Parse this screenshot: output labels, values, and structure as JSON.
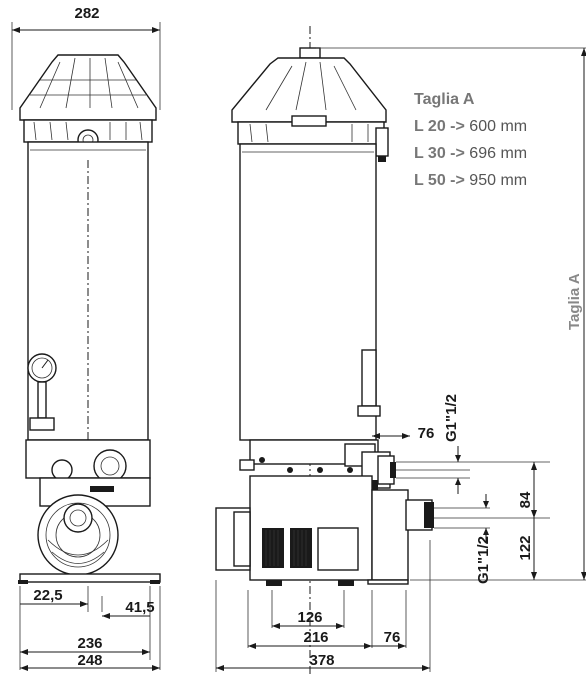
{
  "spec": {
    "title": "Taglia A",
    "rows": [
      {
        "label": "L 20 ->",
        "value": "600 mm"
      },
      {
        "label": "L 30 ->",
        "value": "696 mm"
      },
      {
        "label": "L 50 ->",
        "value": "950 mm"
      }
    ]
  },
  "side_label": "Taglia A",
  "dimensions": {
    "top_width": "282",
    "offset_left": "22,5",
    "offset_right": "41,5",
    "base_inner": "236",
    "base_outer": "248",
    "foot_spacing": "126",
    "body_length": "216",
    "motor_overhang": "76",
    "total_length": "378",
    "port_offset": "76",
    "thread_top": "G1\"1/2",
    "thread_bottom": "G1\"1/2",
    "port_spacing": "84",
    "port_height": "122"
  }
}
